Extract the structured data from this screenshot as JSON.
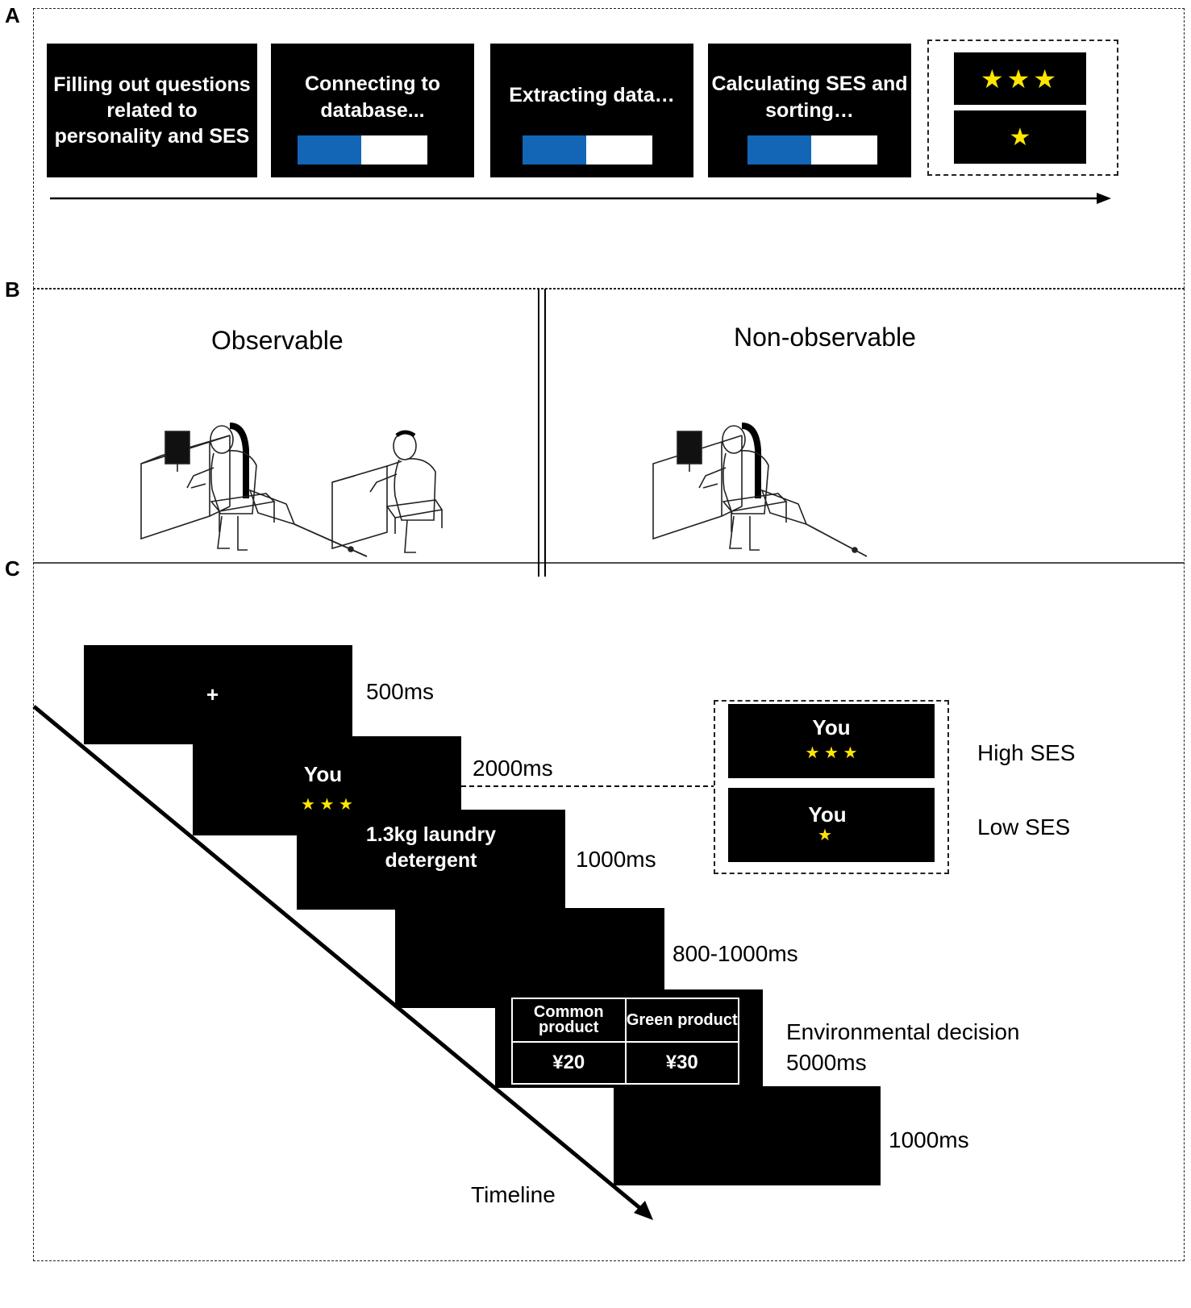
{
  "panels": {
    "a_letter": "A",
    "b_letter": "B",
    "c_letter": "C"
  },
  "panel_a": {
    "steps": [
      "Filling out questions related to personality and SES",
      "Connecting to database...",
      "Extracting data…",
      "Calculating SES and  sorting…"
    ],
    "progress_fraction": 0.49,
    "result_high_stars": "★★★",
    "result_low_stars": "★"
  },
  "panel_b": {
    "observable_label": "Observable",
    "non_observable_label": "Non-observable"
  },
  "panel_c": {
    "fixation": "+",
    "fixation_time": "500ms",
    "you_label": "You",
    "you_stars": "★ ★ ★",
    "you_time": "2000ms",
    "product_text": "1.3kg laundry detergent",
    "product_time": "1000ms",
    "blank_time": "800-1000ms",
    "choice": {
      "common_header": "Common product",
      "green_header": "Green product",
      "common_price": "¥20",
      "green_price": "¥30"
    },
    "decision_label": "Environmental decision",
    "decision_time": "5000ms",
    "final_time": "1000ms",
    "timeline_label": "Timeline",
    "legend": {
      "high_you": "You",
      "high_stars": "★ ★ ★",
      "high_label": "High SES",
      "low_you": "You",
      "low_stars": "★",
      "low_label": "Low SES"
    }
  },
  "colors": {
    "progress_fill": "#1366b6",
    "star": "#ffe600",
    "screen": "#000000"
  }
}
